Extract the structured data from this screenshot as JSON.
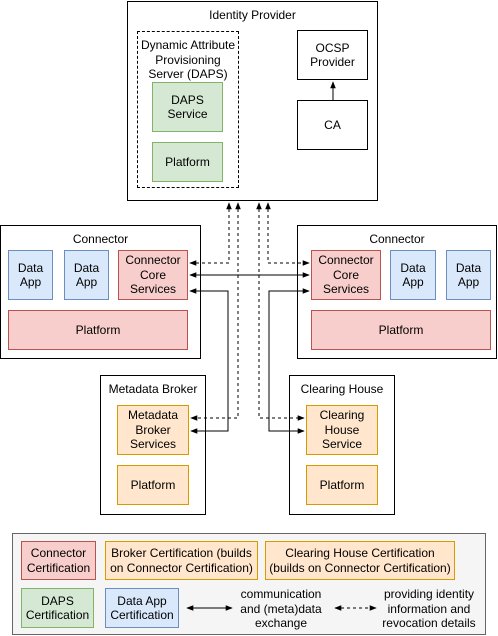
{
  "identity_provider": {
    "title": "Identity Provider",
    "daps_group": "Dynamic Attribute\nProvisioning\nServer (DAPS)",
    "daps_service": "DAPS\nService",
    "platform": "Platform",
    "ocsp": "OCSP\nProvider",
    "ca": "CA"
  },
  "connector_left": {
    "title": "Connector",
    "data_app_1": "Data\nApp",
    "data_app_2": "Data\nApp",
    "core_services": "Connector\nCore\nServices",
    "platform": "Platform"
  },
  "connector_right": {
    "title": "Connector",
    "core_services": "Connector\nCore\nServices",
    "data_app_1": "Data\nApp",
    "data_app_2": "Data\nApp",
    "platform": "Platform"
  },
  "metadata_broker": {
    "title": "Metadata Broker",
    "services": "Metadata\nBroker\nServices",
    "platform": "Platform"
  },
  "clearing_house": {
    "title": "Clearing House",
    "service": "Clearing\nHouse\nService",
    "platform": "Platform"
  },
  "legend": {
    "connector_cert": "Connector\nCertification",
    "broker_cert": "Broker Certification (builds\non Connector Certification)",
    "clearing_cert": "Clearing House Certification\n(builds on Connector Certification)",
    "daps_cert": "DAPS\nCertification",
    "data_app_cert": "Data App\nCertification",
    "solid_arrow_label": "communication\nand (meta)data\nexchange",
    "dashed_arrow_label": "providing identity\ninformation and\nrevocation details"
  },
  "colors": {
    "green_fill": "#d5e8d4",
    "red_fill": "#f8cecc",
    "blue_fill": "#dae8fc",
    "orange_fill": "#ffe6cc",
    "legend_fill": "#f5f5f5"
  }
}
